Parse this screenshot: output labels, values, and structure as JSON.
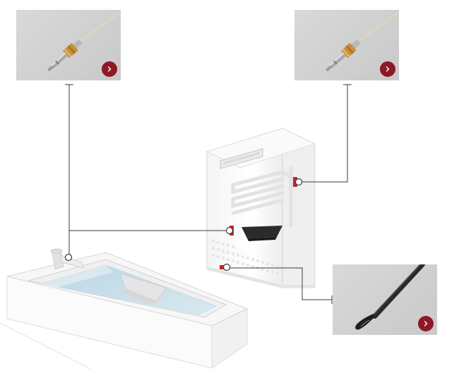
{
  "colors": {
    "accent": "#8b1a26",
    "sensor_marker": "#c0282c",
    "card_background": "#d3d3d3",
    "connector_line": "#3a3a3a",
    "water": "#c9dfe9"
  },
  "icons": {
    "card_button": "chevron-right-icon"
  },
  "sensor_cards": [
    {
      "id": "top-left",
      "product": "threaded-temperature-probe"
    },
    {
      "id": "top-right",
      "product": "threaded-temperature-probe"
    },
    {
      "id": "bottom-right",
      "product": "overmolded-thermistor-probe"
    }
  ]
}
